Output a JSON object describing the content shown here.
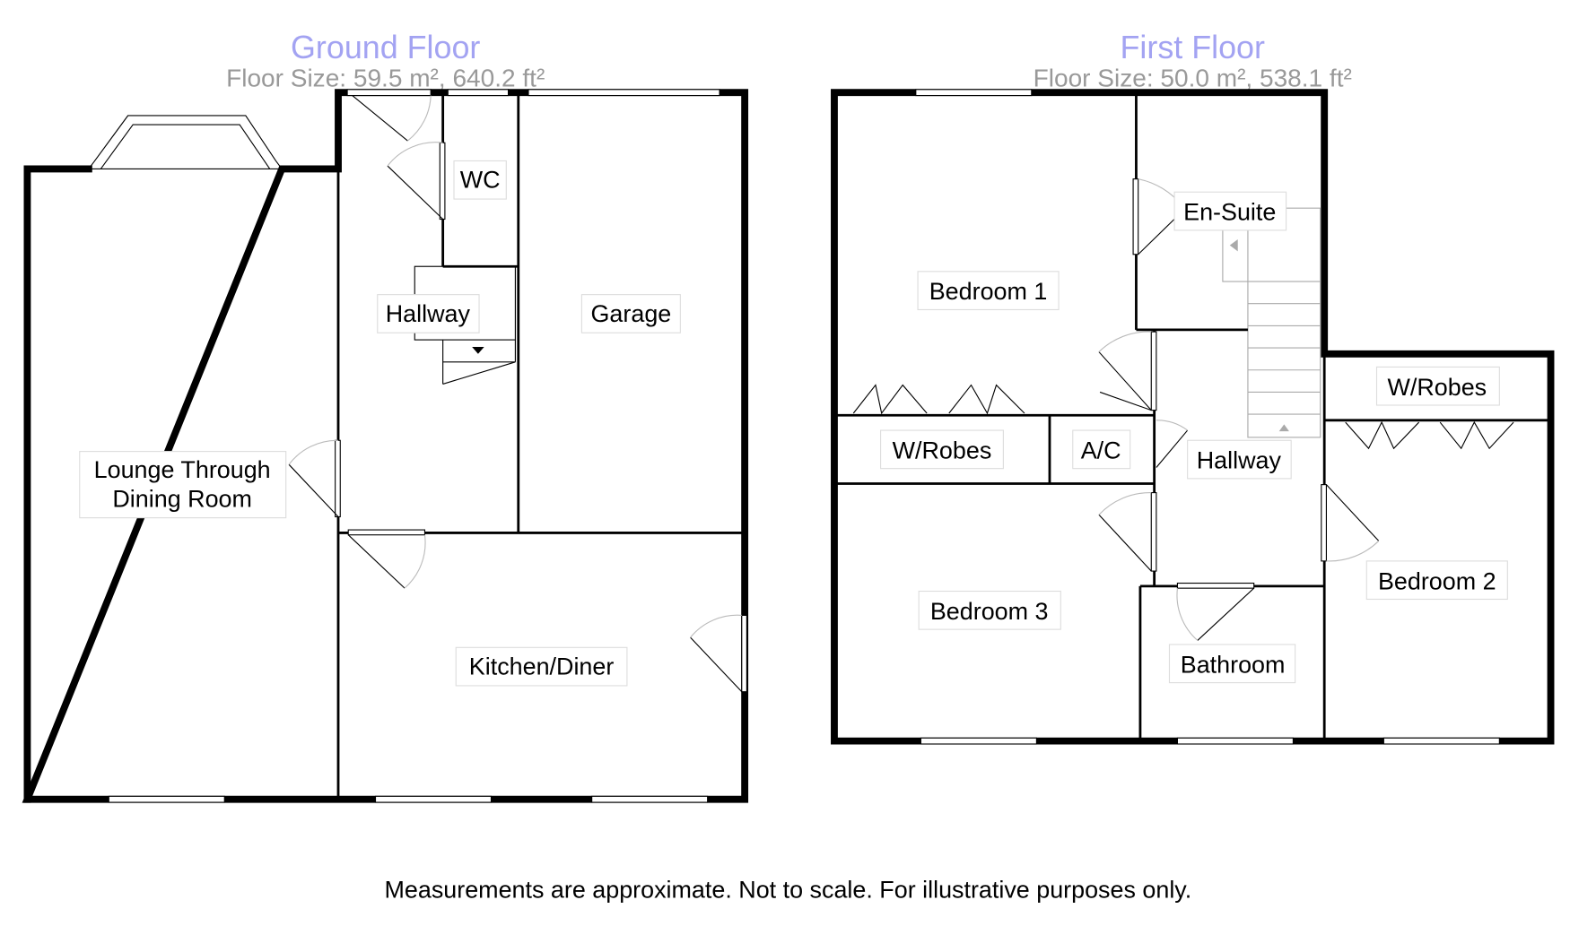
{
  "ground_floor": {
    "title": "Ground Floor",
    "floor_size": "Floor Size: 59.5 m², 640.2 ft²",
    "rooms": {
      "wc": "WC",
      "hallway": "Hallway",
      "garage": "Garage",
      "lounge_line1": "Lounge Through",
      "lounge_line2": "Dining Room",
      "kitchen": "Kitchen/Diner"
    }
  },
  "first_floor": {
    "title": "First Floor",
    "floor_size": "Floor Size: 50.0 m², 538.1 ft²",
    "rooms": {
      "bedroom1": "Bedroom 1",
      "ensuite": "En-Suite",
      "wrobes1": "W/Robes",
      "ac": "A/C",
      "hallway": "Hallway",
      "wrobes2": "W/Robes",
      "bedroom3": "Bedroom 3",
      "bathroom": "Bathroom",
      "bedroom2": "Bedroom 2"
    }
  },
  "footer": "Measurements are approximate. Not to scale. For illustrative purposes only."
}
